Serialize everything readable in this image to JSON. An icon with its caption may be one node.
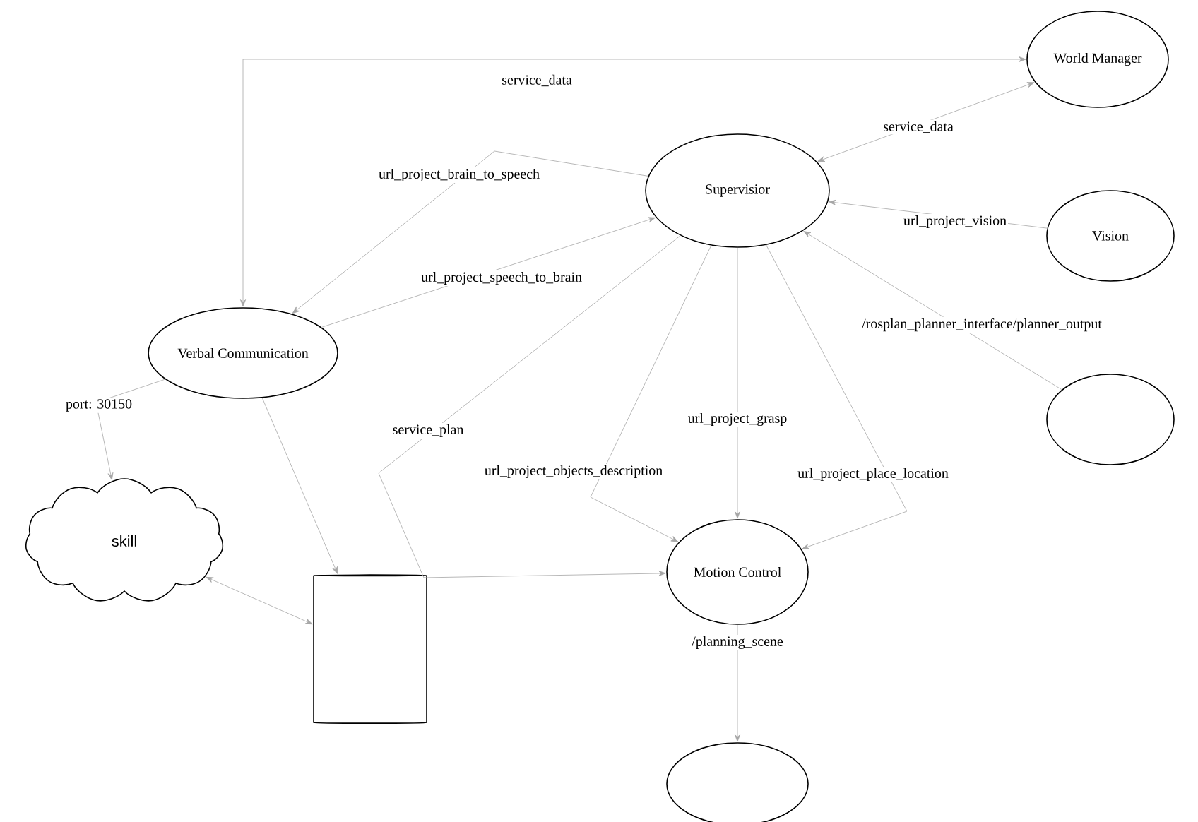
{
  "diagram": {
    "nodes": [
      {
        "text": [
          "World Manager"
        ]
      },
      {
        "text": [
          "Supervisior"
        ]
      },
      {
        "text": [
          "Vision"
        ]
      },
      {
        "text": [
          "Verbal Communication"
        ]
      },
      {
        "text": [],
        "shape": "circle"
      },
      {
        "text": [
          "skill"
        ]
      },
      {
        "text": [],
        "shape": "cylinder"
      },
      {
        "text": [
          "Motion Control"
        ]
      },
      {
        "text": [],
        "shape": "circle"
      }
    ],
    "edges": [
      {
        "from": 3,
        "to": 0,
        "arrow": "both",
        "label": "service_data"
      },
      {
        "from": 1,
        "to": 0,
        "arrow": "both",
        "label": "service_data"
      },
      {
        "from": 1,
        "to": 3,
        "arrow": "to",
        "label": "url_project_brain_to_speech"
      },
      {
        "from": 3,
        "to": 1,
        "arrow": "to",
        "label": "url_project_speech_to_brain"
      },
      {
        "from": 2,
        "to": 1,
        "arrow": "to",
        "label": "url_project_vision"
      },
      {
        "from": 4,
        "to": 1,
        "arrow": "to",
        "label": "/rosplan_planner_interface/planner_output"
      },
      {
        "from": 3,
        "to": 5,
        "arrow": "to",
        "label": "port: 30150"
      },
      {
        "from": 3,
        "to": 6,
        "arrow": "to"
      },
      {
        "from": 6,
        "to": 5,
        "arrow": "both"
      },
      {
        "from": 1,
        "to": 7,
        "arrow": "to",
        "label": "service_plan"
      },
      {
        "from": 1,
        "to": 7,
        "arrow": "to",
        "label": "url_project_objects_description"
      },
      {
        "from": 1,
        "to": 7,
        "arrow": "to",
        "label": "url_project_grasp"
      },
      {
        "from": 1,
        "to": 7,
        "arrow": "to",
        "label": "url_project_place_location"
      },
      {
        "from": 7,
        "to": 8,
        "arrow": "to",
        "label": "/planning_scene"
      }
    ]
  }
}
